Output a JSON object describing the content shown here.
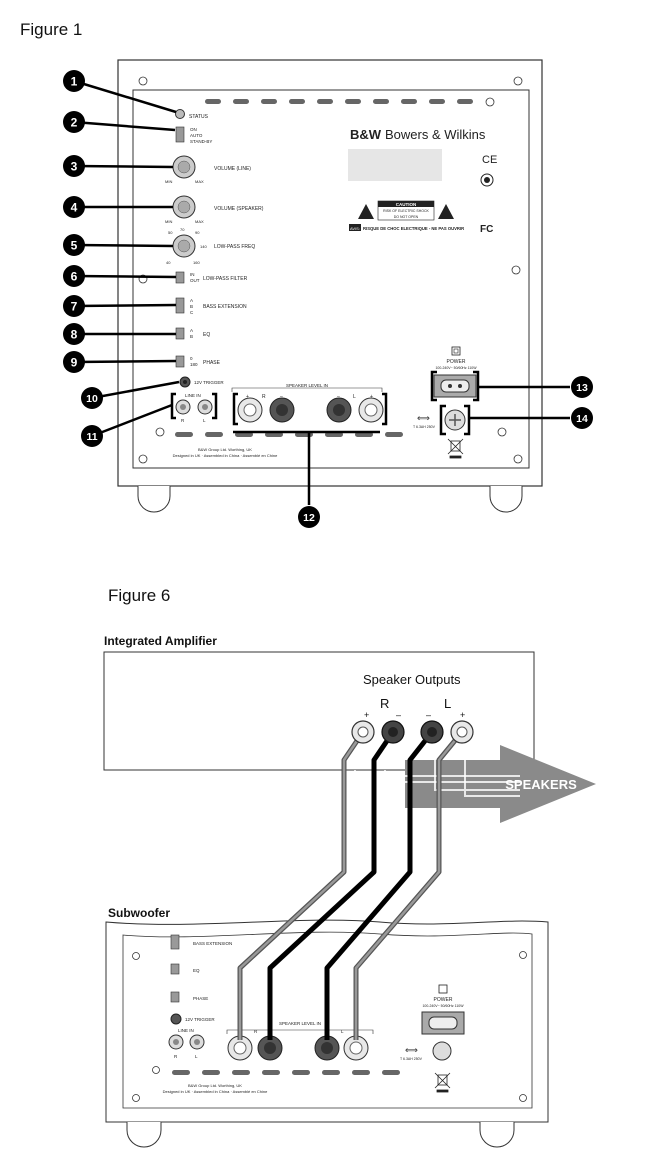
{
  "figure1": {
    "title": "Figure 1",
    "callouts": [
      "1",
      "2",
      "3",
      "4",
      "5",
      "6",
      "7",
      "8",
      "9",
      "10",
      "11",
      "12",
      "13",
      "14"
    ],
    "panel": {
      "status": "STATUS",
      "mode_options": [
        "ON",
        "AUTO",
        "STAND-BY"
      ],
      "volume_line": "VOLUME (LINE)",
      "volume_speaker": "VOLUME (SPEAKER)",
      "low_pass_freq": "LOW-PASS FREQ",
      "low_pass_filter": "LOW-PASS FILTER",
      "low_pass_filter_options": [
        "IN",
        "OUT"
      ],
      "bass_extension": "BASS EXTENSION",
      "bass_extension_options": [
        "A",
        "B",
        "C"
      ],
      "eq": "EQ",
      "eq_options": [
        "A",
        "B"
      ],
      "phase": "PHASE",
      "phase_options": [
        "0",
        "180"
      ],
      "trigger": "12V TRIGGER",
      "line_in": "LINE IN",
      "line_in_r": "R",
      "line_in_l": "L",
      "speaker_level_in": "SPEAKER LEVEL IN",
      "min": "MIN",
      "max": "MAX",
      "freq_ticks": [
        "50",
        "70",
        "90",
        "40",
        "140",
        "160"
      ],
      "brand_logo": "B&W",
      "brand_name": "Bowers & Wilkins",
      "ce": "CE",
      "fc": "FC",
      "caution_title": "CAUTION",
      "caution_line1": "RISK OF ELECTRIC SHOCK",
      "caution_line2": "DO NOT OPEN",
      "avis": "AVIS:",
      "avis_text": "RISQUE DE CHOC ELECTRIQUE - NE PAS OUVRIR",
      "power": "POWER",
      "power_rating": "100-240V~ 50/60Hz 110W",
      "fuse": "T 6.3AH 250V",
      "maker_line1": "B&W Group Ltd. Worthing, UK",
      "maker_line2": "Designed in UK · Assembled in China · Assemblé en Chine"
    }
  },
  "figure6": {
    "title": "Figure 6",
    "amplifier_label": "Integrated Amplifier",
    "speaker_outputs": "Speaker Outputs",
    "r": "R",
    "l": "L",
    "plus": "+",
    "minus": "–",
    "speakers": "SPEAKERS",
    "subwoofer_label": "Subwoofer",
    "panel": {
      "bass_extension": "BASS EXTENSION",
      "eq": "EQ",
      "phase": "PHASE",
      "trigger": "12V TRIGGER",
      "line_in": "LINE IN",
      "r": "R",
      "l": "L",
      "speaker_level_in": "SPEAKER LEVEL IN",
      "power": "POWER",
      "power_rating": "100-240V~ 50/60Hz 110W",
      "fuse": "T 6.3AH 250V",
      "maker_line1": "B&W Group Ltd. Worthing, UK",
      "maker_line2": "Designed in UK · Assembled in China · Assemblé en Chine"
    }
  }
}
